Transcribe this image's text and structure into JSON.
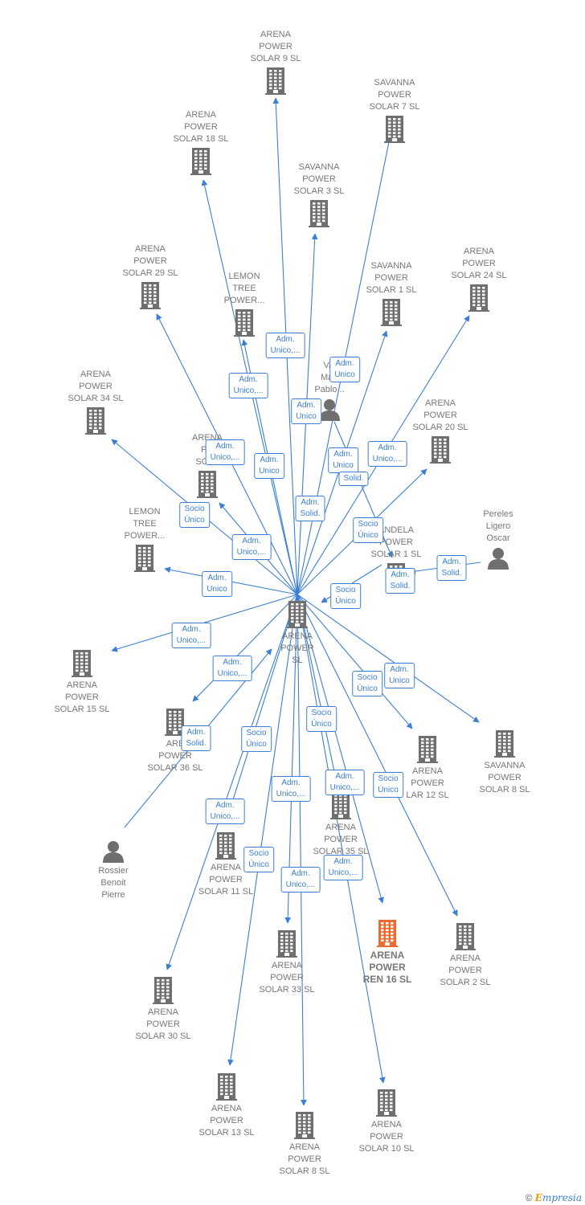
{
  "colors": {
    "edge": "#3a7fd5",
    "node": "#6f6f6f",
    "highlight": "#f06a2f",
    "label": "#777777"
  },
  "nodes": [
    {
      "id": "center",
      "label": [
        "ARENA",
        "POWER",
        "SL"
      ],
      "type": "company"
    },
    {
      "id": "s9",
      "label": [
        "ARENA",
        "POWER",
        "SOLAR 9  SL"
      ],
      "type": "company"
    },
    {
      "id": "s7",
      "label": [
        "SAVANNA",
        "POWER",
        "SOLAR 7  SL"
      ],
      "type": "company"
    },
    {
      "id": "s18",
      "label": [
        "ARENA",
        "POWER",
        "SOLAR 18  SL"
      ],
      "type": "company"
    },
    {
      "id": "sav3",
      "label": [
        "SAVANNA",
        "POWER",
        "SOLAR 3  SL"
      ],
      "type": "company"
    },
    {
      "id": "s29",
      "label": [
        "ARENA",
        "POWER",
        "SOLAR 29  SL"
      ],
      "type": "company"
    },
    {
      "id": "lemon1",
      "label": [
        "LEMON",
        "TREE",
        "POWER..."
      ],
      "type": "company"
    },
    {
      "id": "sav1",
      "label": [
        "SAVANNA",
        "POWER",
        "SOLAR 1  SL"
      ],
      "type": "company"
    },
    {
      "id": "s24",
      "label": [
        "ARENA",
        "POWER",
        "SOLAR 24  SL"
      ],
      "type": "company"
    },
    {
      "id": "val",
      "label": [
        "Val",
        "Mart",
        "Pablo..."
      ],
      "type": "person"
    },
    {
      "id": "s34",
      "label": [
        "ARENA",
        "POWER",
        "SOLAR 34  SL"
      ],
      "type": "company"
    },
    {
      "id": "s20",
      "label": [
        "ARENA",
        "POWER",
        "SOLAR 20  SL"
      ],
      "type": "company"
    },
    {
      "id": "pol",
      "label": [
        "ARENA",
        "PO",
        "SOLA"
      ],
      "type": "company"
    },
    {
      "id": "lemon2",
      "label": [
        "LEMON",
        "TREE",
        "POWER..."
      ],
      "type": "company"
    },
    {
      "id": "candela",
      "label": [
        "ANDELA",
        "POWER",
        "SOLAR 1  SL"
      ],
      "type": "company"
    },
    {
      "id": "pereles",
      "label": [
        "Pereles",
        "Ligero",
        "Oscar"
      ],
      "type": "person"
    },
    {
      "id": "s15",
      "label": [
        "ARENA",
        "POWER",
        "SOLAR 15  SL"
      ],
      "type": "company"
    },
    {
      "id": "s36",
      "label": [
        "ARE",
        "POWER",
        "SOLAR 36  SL"
      ],
      "type": "company"
    },
    {
      "id": "s12",
      "label": [
        "ARENA",
        "POWER",
        "LAR 12  SL"
      ],
      "type": "company"
    },
    {
      "id": "sav8",
      "label": [
        "SAVANNA",
        "POWER",
        "SOLAR 8  SL"
      ],
      "type": "company"
    },
    {
      "id": "rossier",
      "label": [
        "Rossier",
        "Benoit",
        "Pierre"
      ],
      "type": "person"
    },
    {
      "id": "s35",
      "label": [
        "ARENA",
        "POWER",
        "SOLAR 35  SL"
      ],
      "type": "company"
    },
    {
      "id": "s11",
      "label": [
        "ARENA",
        "POWER",
        "SOLAR 11  SL"
      ],
      "type": "company"
    },
    {
      "id": "ren16",
      "label": [
        "ARENA",
        "POWER",
        "REN 16  SL"
      ],
      "type": "company",
      "highlight": true
    },
    {
      "id": "s2",
      "label": [
        "ARENA",
        "POWER",
        "SOLAR 2  SL"
      ],
      "type": "company"
    },
    {
      "id": "s33",
      "label": [
        "ARENA",
        "POWER",
        "SOLAR 33  SL"
      ],
      "type": "company"
    },
    {
      "id": "s30",
      "label": [
        "ARENA",
        "POWER",
        "SOLAR 30  SL"
      ],
      "type": "company"
    },
    {
      "id": "s13",
      "label": [
        "ARENA",
        "POWER",
        "SOLAR 13  SL"
      ],
      "type": "company"
    },
    {
      "id": "s10",
      "label": [
        "ARENA",
        "POWER",
        "SOLAR 10  SL"
      ],
      "type": "company"
    },
    {
      "id": "s8",
      "label": [
        "ARENA",
        "POWER",
        "SOLAR 8  SL"
      ],
      "type": "company"
    }
  ],
  "edges": [
    {
      "from": "center",
      "to": "s9"
    },
    {
      "from": "center",
      "to": "s7"
    },
    {
      "from": "center",
      "to": "s18"
    },
    {
      "from": "center",
      "to": "sav3"
    },
    {
      "from": "center",
      "to": "s29"
    },
    {
      "from": "center",
      "to": "lemon1"
    },
    {
      "from": "center",
      "to": "sav1"
    },
    {
      "from": "center",
      "to": "s24"
    },
    {
      "from": "center",
      "to": "s34"
    },
    {
      "from": "center",
      "to": "s20"
    },
    {
      "from": "center",
      "to": "pol"
    },
    {
      "from": "center",
      "to": "lemon2"
    },
    {
      "from": "candela",
      "to": "center"
    },
    {
      "from": "pereles",
      "to": "candela"
    },
    {
      "from": "center",
      "to": "s15"
    },
    {
      "from": "center",
      "to": "s36"
    },
    {
      "from": "center",
      "to": "s12"
    },
    {
      "from": "center",
      "to": "sav8"
    },
    {
      "from": "rossier",
      "to": "center"
    },
    {
      "from": "center",
      "to": "s35"
    },
    {
      "from": "center",
      "to": "s11"
    },
    {
      "from": "center",
      "to": "ren16"
    },
    {
      "from": "center",
      "to": "s2"
    },
    {
      "from": "center",
      "to": "s33"
    },
    {
      "from": "center",
      "to": "s30"
    },
    {
      "from": "center",
      "to": "s13"
    },
    {
      "from": "center",
      "to": "s10"
    },
    {
      "from": "center",
      "to": "s8"
    },
    {
      "from": "val",
      "to": "candela"
    }
  ],
  "edge_labels": [
    [
      "Adm.",
      "Unico,..."
    ],
    [
      "Adm.",
      "Unico"
    ],
    [
      "Adm.",
      "Unico,..."
    ],
    [
      "Adm.",
      "Unico"
    ],
    [
      "Adm.",
      "Unico,..."
    ],
    [
      "Adm.",
      "Unico"
    ],
    [
      "Adm.",
      "Unico,..."
    ],
    [
      "Adm.",
      "Unico"
    ],
    [
      "Solid."
    ],
    [
      "Adm.",
      "Solid."
    ],
    [
      "Socio",
      "Único"
    ],
    [
      "Socio",
      "Único"
    ],
    [
      "Adm.",
      "Unico,..."
    ],
    [
      "Adm.",
      "Unico"
    ],
    [
      "Adm.",
      "Solid."
    ],
    [
      "Adm.",
      "Solid."
    ],
    [
      "Socio",
      "Único"
    ],
    [
      "Adm.",
      "Unico,..."
    ],
    [
      "Adm.",
      "Unico,..."
    ],
    [
      "Socio",
      "Único"
    ],
    [
      "Adm.",
      "Unico"
    ],
    [
      "Adm.",
      "Solid."
    ],
    [
      "Socio",
      "Único"
    ],
    [
      "Socio",
      "Único"
    ],
    [
      "Adm.",
      "Unico,..."
    ],
    [
      "Adm.",
      "Unico,..."
    ],
    [
      "Socio",
      "Único"
    ],
    [
      "Adm.",
      "Unico,..."
    ],
    [
      "Socio",
      "Único"
    ],
    [
      "Adm.",
      "Unico,..."
    ],
    [
      "Adm.",
      "Unico,..."
    ]
  ],
  "footer": {
    "copyright": "©",
    "brand_initial": "E",
    "brand_rest": "mpresia"
  }
}
